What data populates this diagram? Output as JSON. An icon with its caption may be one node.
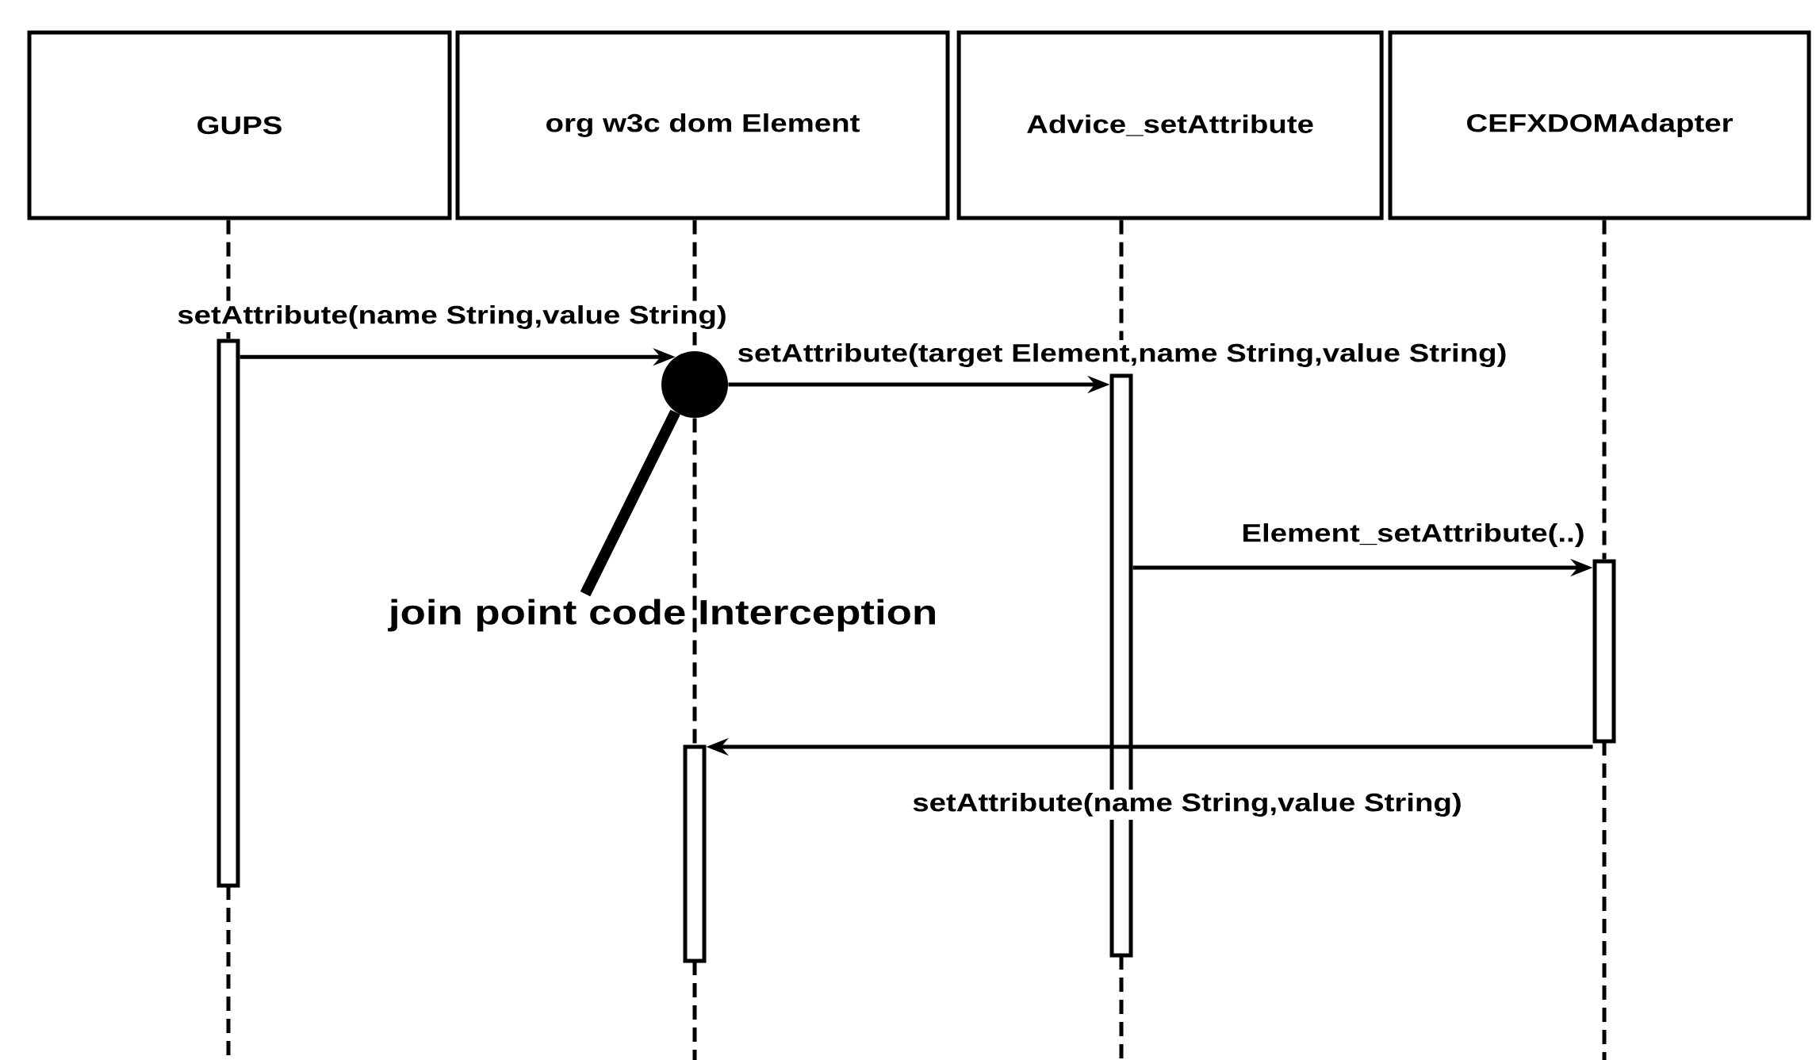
{
  "diagram": {
    "nodes": [
      {
        "text": [
          "GUPS"
        ]
      },
      {
        "text": [
          "org w3c dom Element"
        ]
      },
      {
        "text": [
          "Advice_setAttribute"
        ]
      },
      {
        "text": [
          "CEFXDOMAdapter"
        ]
      },
      {
        "text": [],
        "shape": "bar"
      },
      {
        "text": [],
        "shape": "bar"
      },
      {
        "text": [],
        "shape": "bar"
      },
      {
        "text": [],
        "shape": "bar"
      },
      {
        "text": [],
        "shape": "circle"
      },
      {
        "text": [
          "join point code Interception"
        ]
      }
    ],
    "edges": [
      {
        "from": 0,
        "to": 4,
        "arrow": "none",
        "style": "dashed"
      },
      {
        "from": 1,
        "to": 8,
        "arrow": "none",
        "style": "dashed"
      },
      {
        "from": 8,
        "to": 7,
        "arrow": "none",
        "style": "dashed"
      },
      {
        "from": 2,
        "to": 5,
        "arrow": "none",
        "style": "dashed"
      },
      {
        "from": 3,
        "to": 6,
        "arrow": "none",
        "style": "dashed"
      },
      {
        "from": 4,
        "to": 8,
        "arrow": "to",
        "label": "setAttribute(name String,value String)"
      },
      {
        "from": 8,
        "to": 5,
        "arrow": "to",
        "label": "setAttribute(target Element,name String,value String)"
      },
      {
        "from": 5,
        "to": 6,
        "arrow": "to",
        "label": "Element_setAttribute(..)"
      },
      {
        "from": 6,
        "to": 7,
        "arrow": "to",
        "label": "setAttribute(name String,value String)"
      },
      {
        "from": 9,
        "to": 8,
        "arrow": "none",
        "style": "thick"
      }
    ]
  }
}
